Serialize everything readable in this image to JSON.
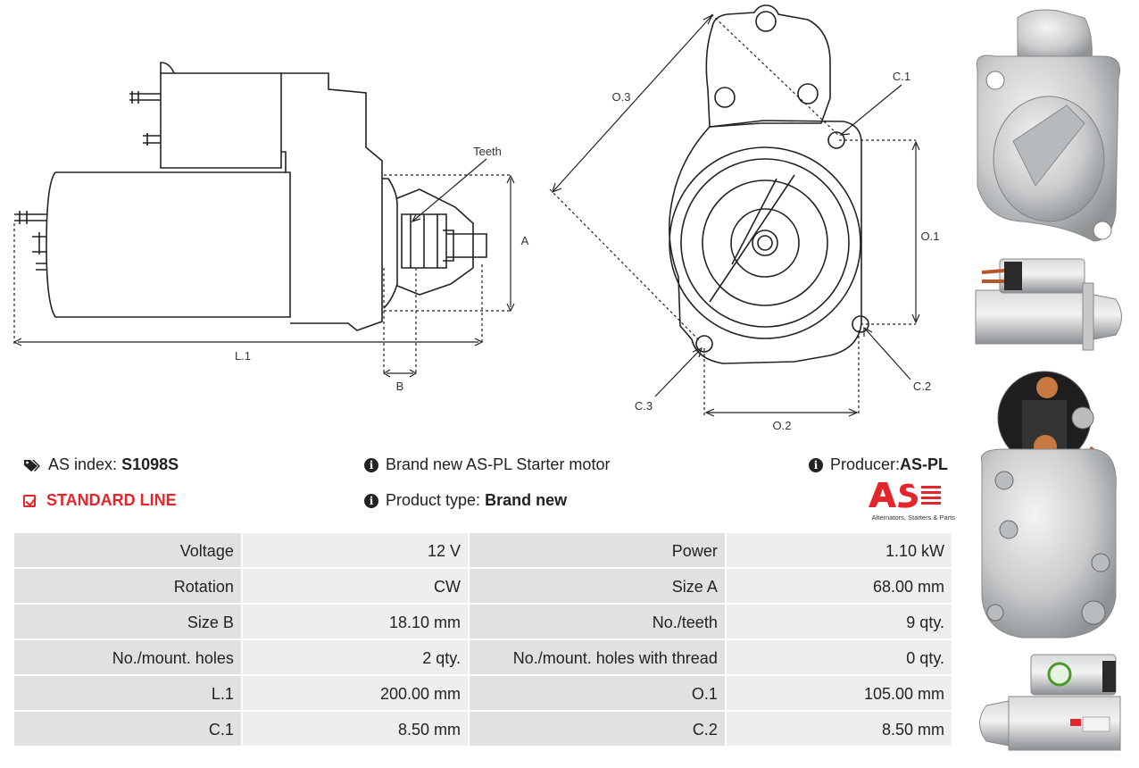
{
  "diagram": {
    "labels": {
      "teeth": "Teeth",
      "a": "A",
      "b": "B",
      "l1": "L.1",
      "o3": "O.3",
      "c1": "C.1",
      "o1": "O.1",
      "c2": "C.2",
      "c3": "C.3",
      "o2": "O.2"
    }
  },
  "info": {
    "as_index_label": "AS index:",
    "as_index_value": "S1098S",
    "standard_line": "STANDARD LINE",
    "description": "Brand new AS-PL Starter motor",
    "product_type_label": "Product type:",
    "product_type_value": "Brand new",
    "producer_label": "Producer:",
    "producer_value": "AS-PL",
    "logo_tagline": "Alternators, Starters & Parts",
    "brand_color": "#e3262b"
  },
  "specs": [
    [
      "Voltage",
      "12 V",
      "Power",
      "1.10 kW"
    ],
    [
      "Rotation",
      "CW",
      "Size A",
      "68.00 mm"
    ],
    [
      "Size B",
      "18.10 mm",
      "No./teeth",
      "9 qty."
    ],
    [
      "No./mount. holes",
      "2 qty.",
      "No./mount. holes with thread",
      "0 qty."
    ],
    [
      "L.1",
      "200.00 mm",
      "O.1",
      "105.00 mm"
    ],
    [
      "C.1",
      "8.50 mm",
      "C.2",
      "8.50 mm"
    ]
  ]
}
